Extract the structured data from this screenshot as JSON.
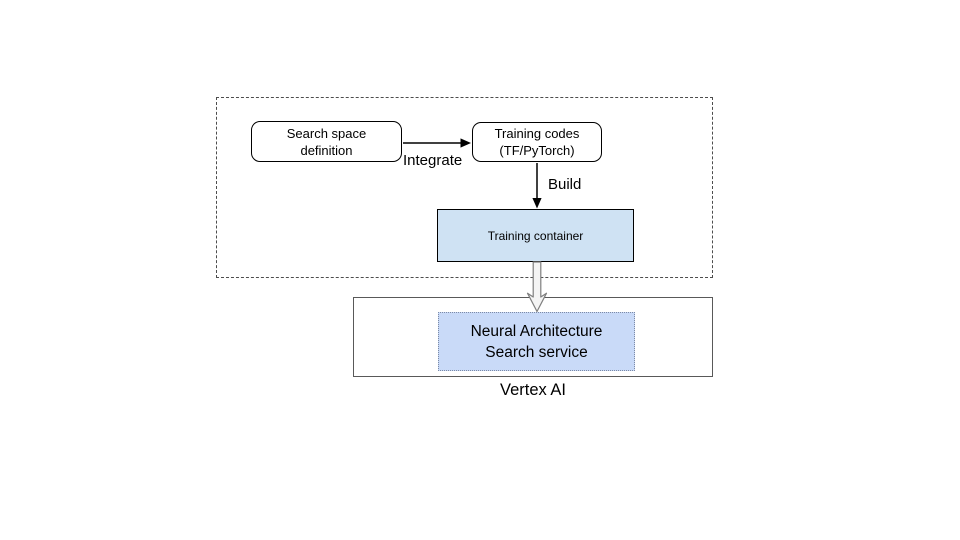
{
  "diagram": {
    "nodes": {
      "search_space": {
        "label": "Search space\ndefinition",
        "shape": "rounded-rect",
        "fill": "#ffffff"
      },
      "training_codes": {
        "label": "Training codes\n(TF/PyTorch)",
        "shape": "rounded-rect",
        "fill": "#ffffff"
      },
      "training_container": {
        "label": "Training container",
        "shape": "rect",
        "fill": "#cfe2f3"
      },
      "nas_service": {
        "label": "Neural Architecture\nSearch service",
        "shape": "dotted-rect",
        "fill": "#c9daf8"
      }
    },
    "groups": {
      "build_phase": {
        "label": "",
        "style": "dashed-border"
      },
      "vertex_ai": {
        "label": "Vertex AI",
        "style": "solid-border"
      }
    },
    "edges": [
      {
        "from": "search_space",
        "to": "training_codes",
        "label": "Integrate",
        "style": "thin-black-arrow"
      },
      {
        "from": "training_codes",
        "to": "training_container",
        "label": "Build",
        "style": "thin-black-arrow"
      },
      {
        "from": "training_container",
        "to": "nas_service",
        "label": "",
        "style": "block-arrow"
      }
    ],
    "colors": {
      "training_container_fill": "#cfe2f3",
      "nas_service_fill": "#c9daf8",
      "node_border": "#000000",
      "group_dashed_border": "#4d4d4d",
      "vertex_box_border": "#595959",
      "block_arrow_fill": "#f4f4f4",
      "block_arrow_stroke": "#7f7f7f"
    }
  }
}
